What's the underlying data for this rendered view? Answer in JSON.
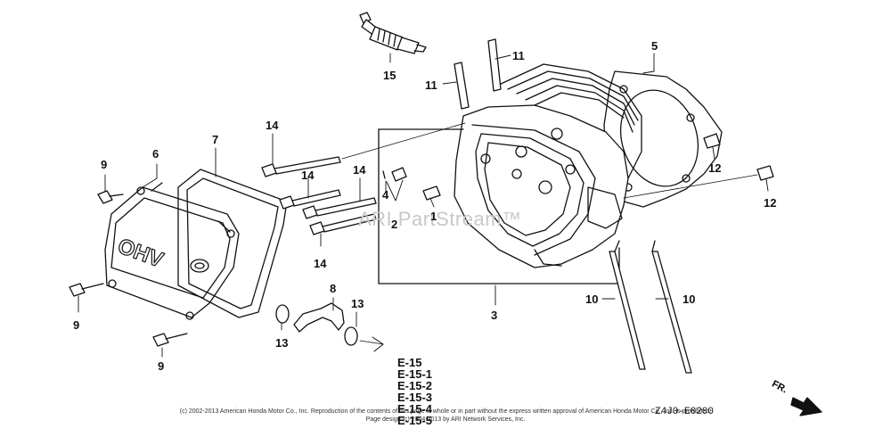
{
  "callouts": [
    "15",
    "11",
    "11",
    "5",
    "14",
    "14",
    "14",
    "14",
    "9",
    "6",
    "7",
    "4",
    "2",
    "1",
    "12",
    "12",
    "9",
    "9",
    "8",
    "13",
    "13",
    "3",
    "10",
    "10"
  ],
  "engine_refs": [
    "E-15",
    "E-15-1",
    "E-15-2",
    "E-15-3",
    "E-15-4",
    "E-15-5"
  ],
  "copyright": {
    "line1": "(c) 2002-2013 American Honda Motor Co., Inc. Reproduction of the contents of this page in whole or in part without the express written approval of American Honda Motor Co., Inc. is prohibited.",
    "line2": "Page design (c) 2004-2013 by ARI Network Services, Inc."
  },
  "diagram_code": "Z4J0-E0200",
  "watermark": "ARI PartStream™",
  "front_label": "FR.",
  "cover_text": "OHV"
}
